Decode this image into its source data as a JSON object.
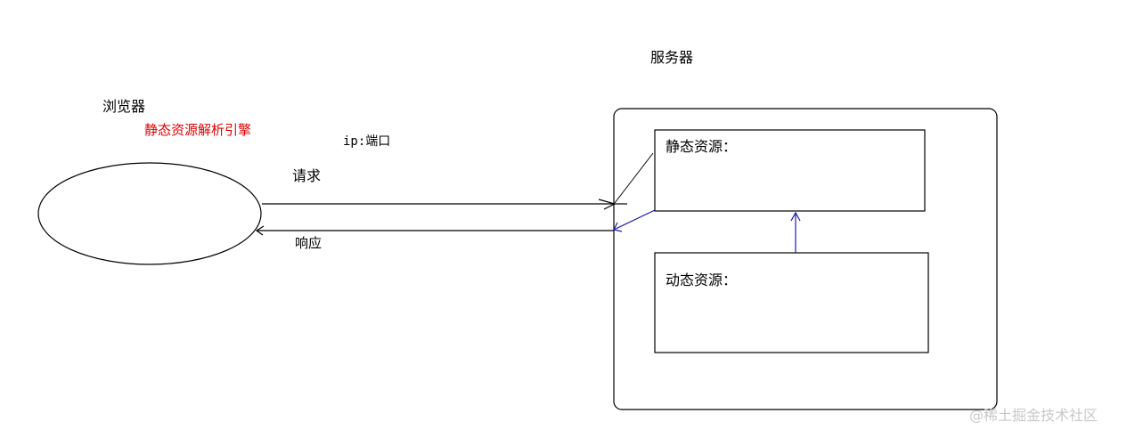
{
  "browser": {
    "label": "浏览器",
    "engine_label": "静态资源解析引擎"
  },
  "server": {
    "label": "服务器",
    "static_label": "静态资源：",
    "dynamic_label": "动态资源："
  },
  "connection": {
    "address_label": "ip:端口",
    "request_label": "请求",
    "response_label": "响应"
  },
  "watermark": "@稀土掘金技术社区",
  "colors": {
    "accent_red": "#e00000",
    "blue": "#1a1aa8",
    "ink": "#000000"
  }
}
